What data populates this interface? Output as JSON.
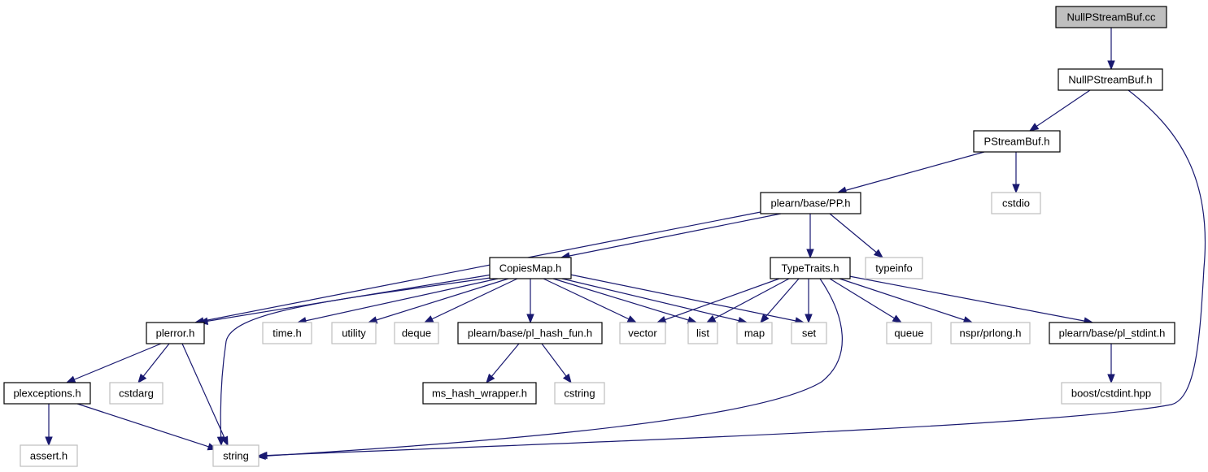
{
  "diagram": {
    "nodes": [
      {
        "id": "nullpstreambuf_cc",
        "label": "NullPStreamBuf.cc",
        "kind": "root"
      },
      {
        "id": "nullpstreambuf_h",
        "label": "NullPStreamBuf.h",
        "kind": "documented"
      },
      {
        "id": "pstreambuf_h",
        "label": "PStreamBuf.h",
        "kind": "documented"
      },
      {
        "id": "cstdio",
        "label": "cstdio",
        "kind": "external"
      },
      {
        "id": "pp_h",
        "label": "plearn/base/PP.h",
        "kind": "documented"
      },
      {
        "id": "copiesmap_h",
        "label": "CopiesMap.h",
        "kind": "documented"
      },
      {
        "id": "typetraits_h",
        "label": "TypeTraits.h",
        "kind": "documented"
      },
      {
        "id": "typeinfo",
        "label": "typeinfo",
        "kind": "external"
      },
      {
        "id": "plerror_h",
        "label": "plerror.h",
        "kind": "documented"
      },
      {
        "id": "time_h",
        "label": "time.h",
        "kind": "external"
      },
      {
        "id": "utility",
        "label": "utility",
        "kind": "external"
      },
      {
        "id": "deque",
        "label": "deque",
        "kind": "external"
      },
      {
        "id": "pl_hash_fun_h",
        "label": "plearn/base/pl_hash_fun.h",
        "kind": "documented"
      },
      {
        "id": "vector",
        "label": "vector",
        "kind": "external"
      },
      {
        "id": "list",
        "label": "list",
        "kind": "external"
      },
      {
        "id": "map",
        "label": "map",
        "kind": "external"
      },
      {
        "id": "set",
        "label": "set",
        "kind": "external"
      },
      {
        "id": "queue",
        "label": "queue",
        "kind": "external"
      },
      {
        "id": "prlong_h",
        "label": "nspr/prlong.h",
        "kind": "external"
      },
      {
        "id": "pl_stdint_h",
        "label": "plearn/base/pl_stdint.h",
        "kind": "documented"
      },
      {
        "id": "plexceptions_h",
        "label": "plexceptions.h",
        "kind": "documented"
      },
      {
        "id": "cstdarg",
        "label": "cstdarg",
        "kind": "external"
      },
      {
        "id": "ms_hash_wrapper_h",
        "label": "ms_hash_wrapper.h",
        "kind": "documented"
      },
      {
        "id": "cstring",
        "label": "cstring",
        "kind": "external"
      },
      {
        "id": "cstdint_hpp",
        "label": "boost/cstdint.hpp",
        "kind": "external"
      },
      {
        "id": "assert_h",
        "label": "assert.h",
        "kind": "external"
      },
      {
        "id": "string",
        "label": "string",
        "kind": "external"
      }
    ],
    "edges": [
      {
        "from": "nullpstreambuf_cc",
        "to": "nullpstreambuf_h"
      },
      {
        "from": "nullpstreambuf_h",
        "to": "pstreambuf_h"
      },
      {
        "from": "nullpstreambuf_h",
        "to": "string"
      },
      {
        "from": "pstreambuf_h",
        "to": "pp_h"
      },
      {
        "from": "pstreambuf_h",
        "to": "cstdio"
      },
      {
        "from": "pp_h",
        "to": "plerror_h"
      },
      {
        "from": "pp_h",
        "to": "copiesmap_h"
      },
      {
        "from": "pp_h",
        "to": "typetraits_h"
      },
      {
        "from": "pp_h",
        "to": "typeinfo"
      },
      {
        "from": "copiesmap_h",
        "to": "plerror_h"
      },
      {
        "from": "copiesmap_h",
        "to": "string"
      },
      {
        "from": "copiesmap_h",
        "to": "time_h"
      },
      {
        "from": "copiesmap_h",
        "to": "utility"
      },
      {
        "from": "copiesmap_h",
        "to": "deque"
      },
      {
        "from": "copiesmap_h",
        "to": "pl_hash_fun_h"
      },
      {
        "from": "copiesmap_h",
        "to": "vector"
      },
      {
        "from": "copiesmap_h",
        "to": "list"
      },
      {
        "from": "copiesmap_h",
        "to": "map"
      },
      {
        "from": "copiesmap_h",
        "to": "set"
      },
      {
        "from": "typetraits_h",
        "to": "vector"
      },
      {
        "from": "typetraits_h",
        "to": "list"
      },
      {
        "from": "typetraits_h",
        "to": "map"
      },
      {
        "from": "typetraits_h",
        "to": "set"
      },
      {
        "from": "typetraits_h",
        "to": "string"
      },
      {
        "from": "typetraits_h",
        "to": "queue"
      },
      {
        "from": "typetraits_h",
        "to": "prlong_h"
      },
      {
        "from": "typetraits_h",
        "to": "pl_stdint_h"
      },
      {
        "from": "plerror_h",
        "to": "plexceptions_h"
      },
      {
        "from": "plerror_h",
        "to": "cstdarg"
      },
      {
        "from": "plerror_h",
        "to": "string"
      },
      {
        "from": "pl_hash_fun_h",
        "to": "ms_hash_wrapper_h"
      },
      {
        "from": "pl_hash_fun_h",
        "to": "cstring"
      },
      {
        "from": "pl_stdint_h",
        "to": "cstdint_hpp"
      },
      {
        "from": "plexceptions_h",
        "to": "assert_h"
      },
      {
        "from": "plexceptions_h",
        "to": "string"
      }
    ]
  }
}
